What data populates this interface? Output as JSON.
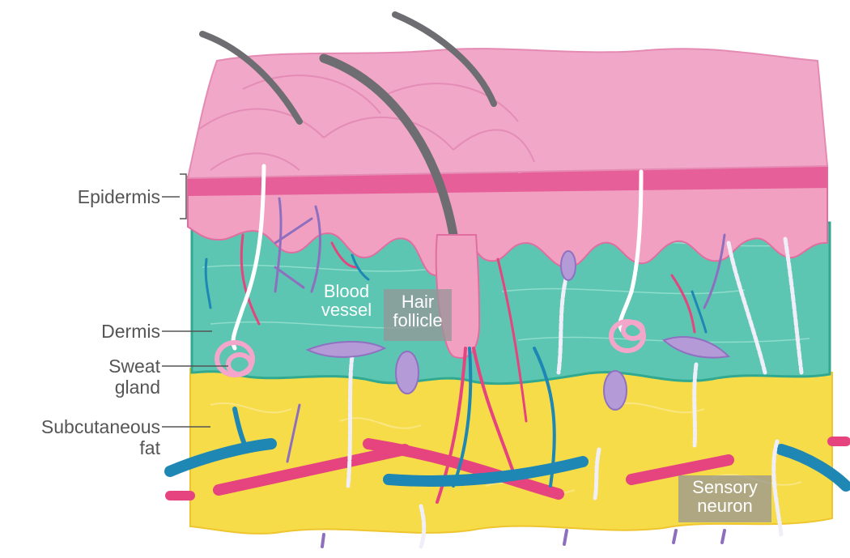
{
  "labels": {
    "epidermis": "Epidermis",
    "dermis": "Dermis",
    "sweat_gland": "Sweat\ngland",
    "subcutaneous_fat": "Subcutaneous\nfat",
    "blood_vessel": "Blood\nvessel",
    "hair_follicle": "Hair\nfollicle",
    "sensory_neuron": "Sensory\nneuron"
  },
  "colors": {
    "epidermis": "#f4a6c8",
    "dermis": "#5cc6b2",
    "fat": "#f7dc4a",
    "hair": "#707072",
    "artery": "#e5447f",
    "vein": "#1f87b4",
    "neuron": "#9a7bc0"
  }
}
